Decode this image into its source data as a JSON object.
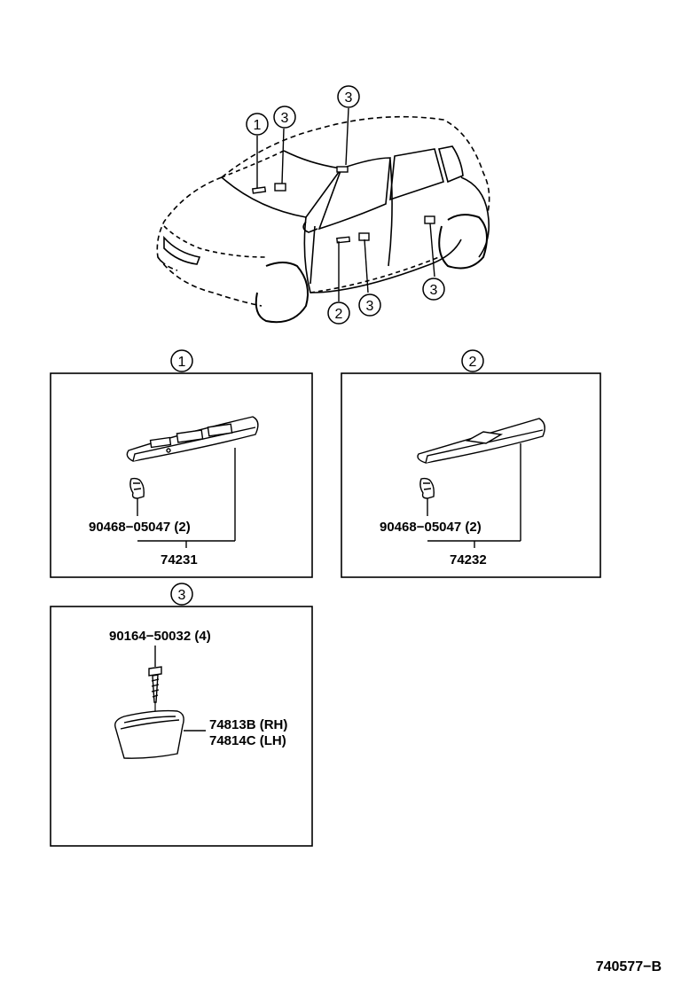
{
  "diagram": {
    "car_callouts": [
      "1",
      "3",
      "3",
      "2",
      "3",
      "3"
    ],
    "panels": [
      {
        "callout": "1",
        "part_clip": "90468−05047 (2)",
        "part_main": "74231"
      },
      {
        "callout": "2",
        "part_clip": "90468−05047 (2)",
        "part_main": "74232"
      },
      {
        "callout": "3",
        "part_screw": "90164−50032 (4)",
        "part_rh": "74813B (RH)",
        "part_lh": "74814C (LH)"
      }
    ],
    "reference": "740577−B"
  }
}
